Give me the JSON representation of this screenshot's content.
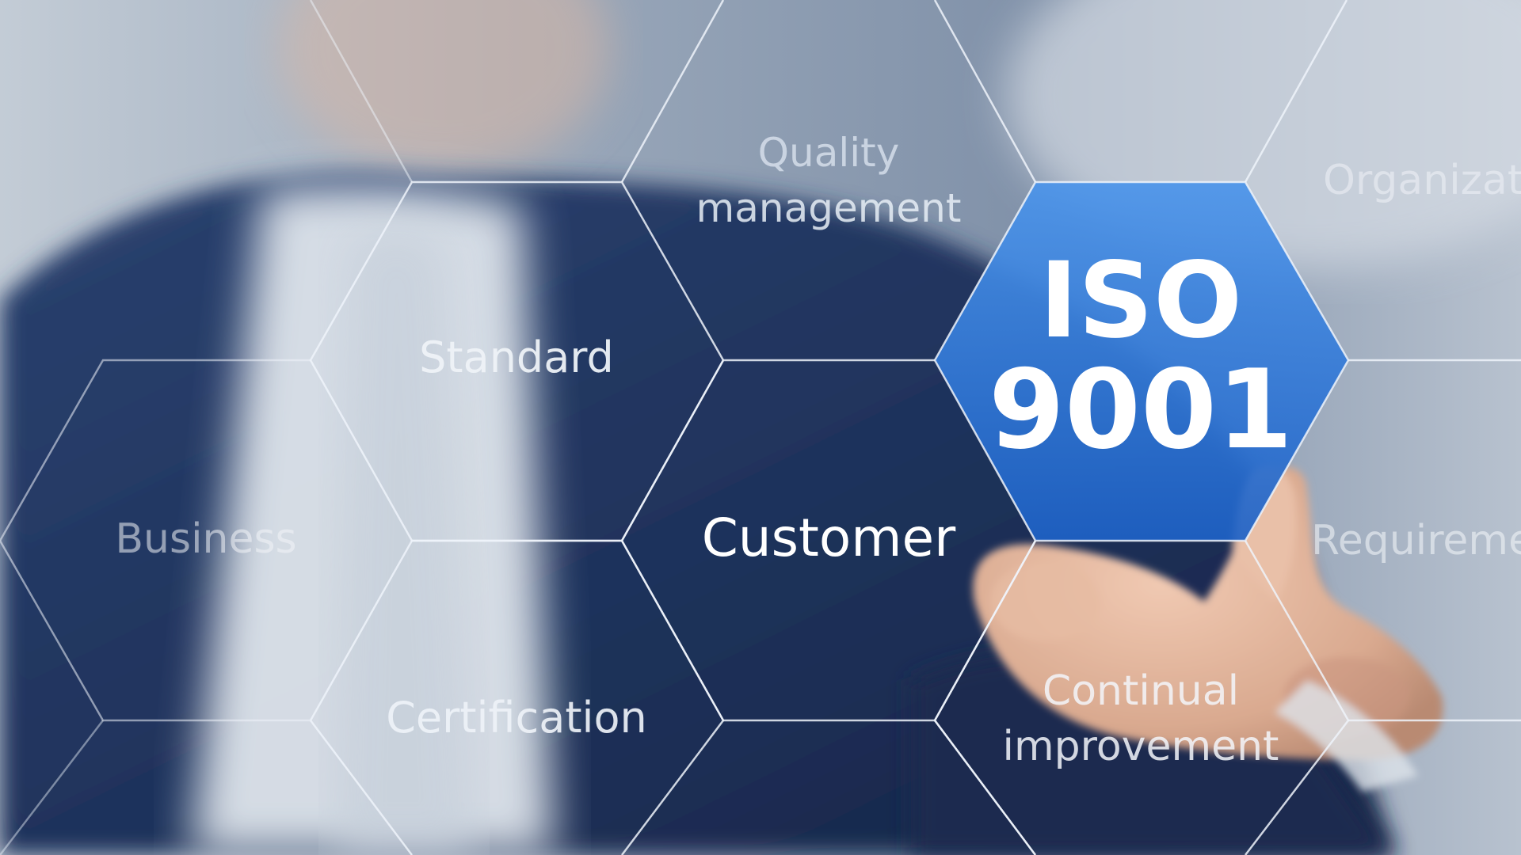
{
  "image": {
    "subject": "businessman-touching-virtual-hexagon-interface",
    "colors": {
      "suit": "#1f3358",
      "shirt": "#dde3ea",
      "background": "#a9b6c6",
      "highlight_hex": "#2f78d8",
      "grid_line": "#e8eef6"
    }
  },
  "hexagons": {
    "quality_line1": "Quality",
    "quality_line2": "management",
    "standard": "Standard",
    "business": "Business",
    "customer": "Customer",
    "certification": "Certification",
    "iso_line1": "ISO",
    "iso_line2": "9001",
    "continual_line1": "Continual",
    "continual_line2": "improvement",
    "organization_partial": "Organizat",
    "requirements_partial": "Requireme"
  }
}
